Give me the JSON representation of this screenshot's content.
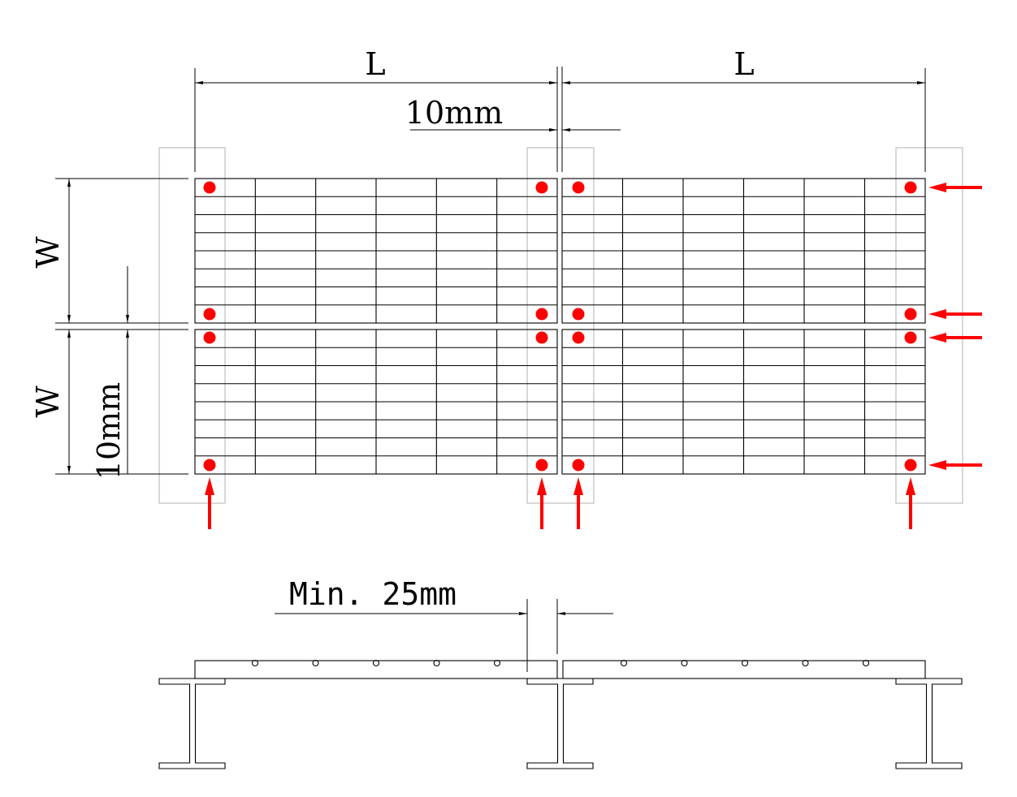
{
  "labels": {
    "length": "L",
    "width": "W",
    "gap_top": "10mm",
    "gap_side": "10mm",
    "min_gap": "Min. 25mm"
  },
  "colors": {
    "line": "#000000",
    "support": "#bdbdbd",
    "fixing": "#ff0000"
  },
  "grid": {
    "panel_columns": 2,
    "panel_rows": 2,
    "divisions_along_length": 6,
    "divisions_along_width": 8
  },
  "section": {
    "bar_circles_per_panel": 5,
    "beam_count": 3
  }
}
